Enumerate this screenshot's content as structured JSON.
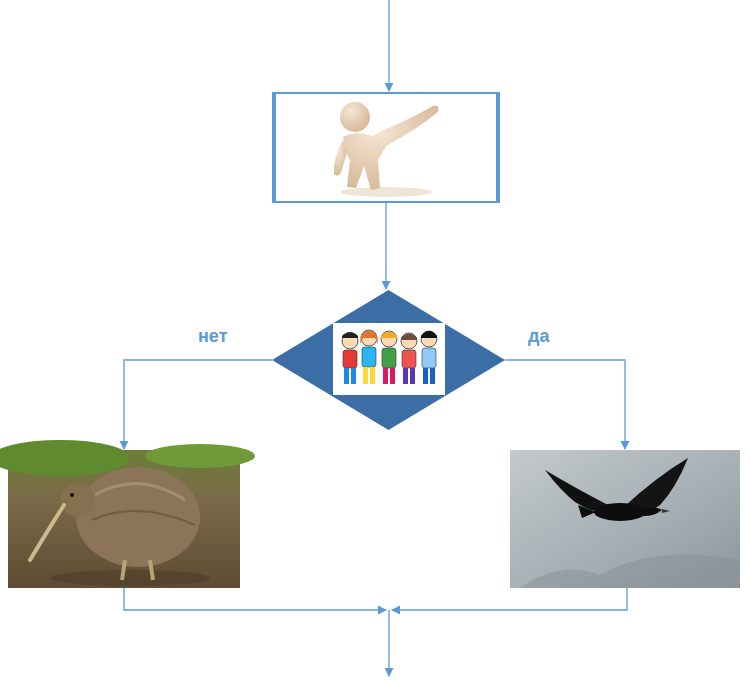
{
  "diagram": {
    "nodes": [
      {
        "text": []
      },
      {
        "text": []
      },
      {
        "text": []
      },
      {
        "text": []
      }
    ],
    "edges": [
      {
        "from": 0,
        "to": 1,
        "arrow": "to"
      },
      {
        "from": 1,
        "to": 2,
        "label": "нет",
        "arrow": "to"
      },
      {
        "from": 1,
        "to": 3,
        "label": "да",
        "arrow": "to"
      }
    ],
    "labels": [
      "нет",
      "да"
    ]
  }
}
